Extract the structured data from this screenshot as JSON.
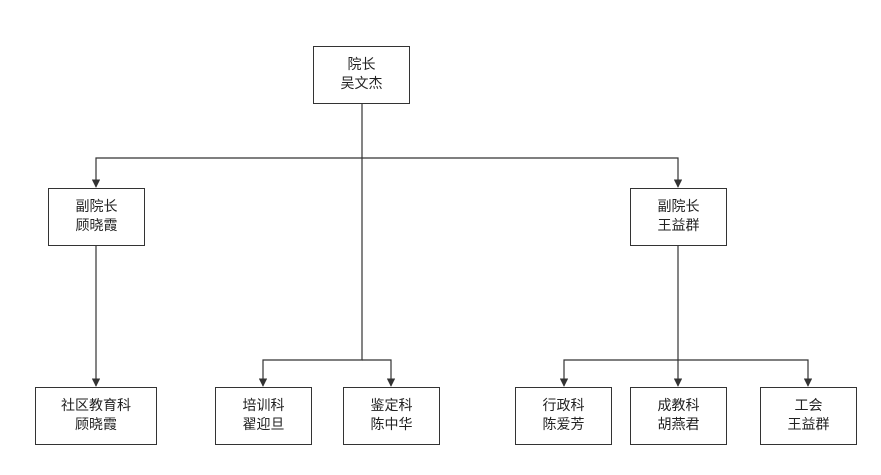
{
  "nodes": {
    "president": {
      "title": "院长",
      "name": "吴文杰"
    },
    "vp_left": {
      "title": "副院长",
      "name": "顾晓霞"
    },
    "vp_right": {
      "title": "副院长",
      "name": "王益群"
    },
    "community_education": {
      "title": "社区教育科",
      "name": "顾晓霞"
    },
    "training": {
      "title": "培训科",
      "name": "翟迎旦"
    },
    "appraisal": {
      "title": "鉴定科",
      "name": "陈中华"
    },
    "administration": {
      "title": "行政科",
      "name": "陈爱芳"
    },
    "adult_education": {
      "title": "成教科",
      "name": "胡燕君"
    },
    "union": {
      "title": "工会",
      "name": "王益群"
    }
  },
  "colors": {
    "line": "#333333",
    "border": "#333333",
    "text": "#222222"
  }
}
